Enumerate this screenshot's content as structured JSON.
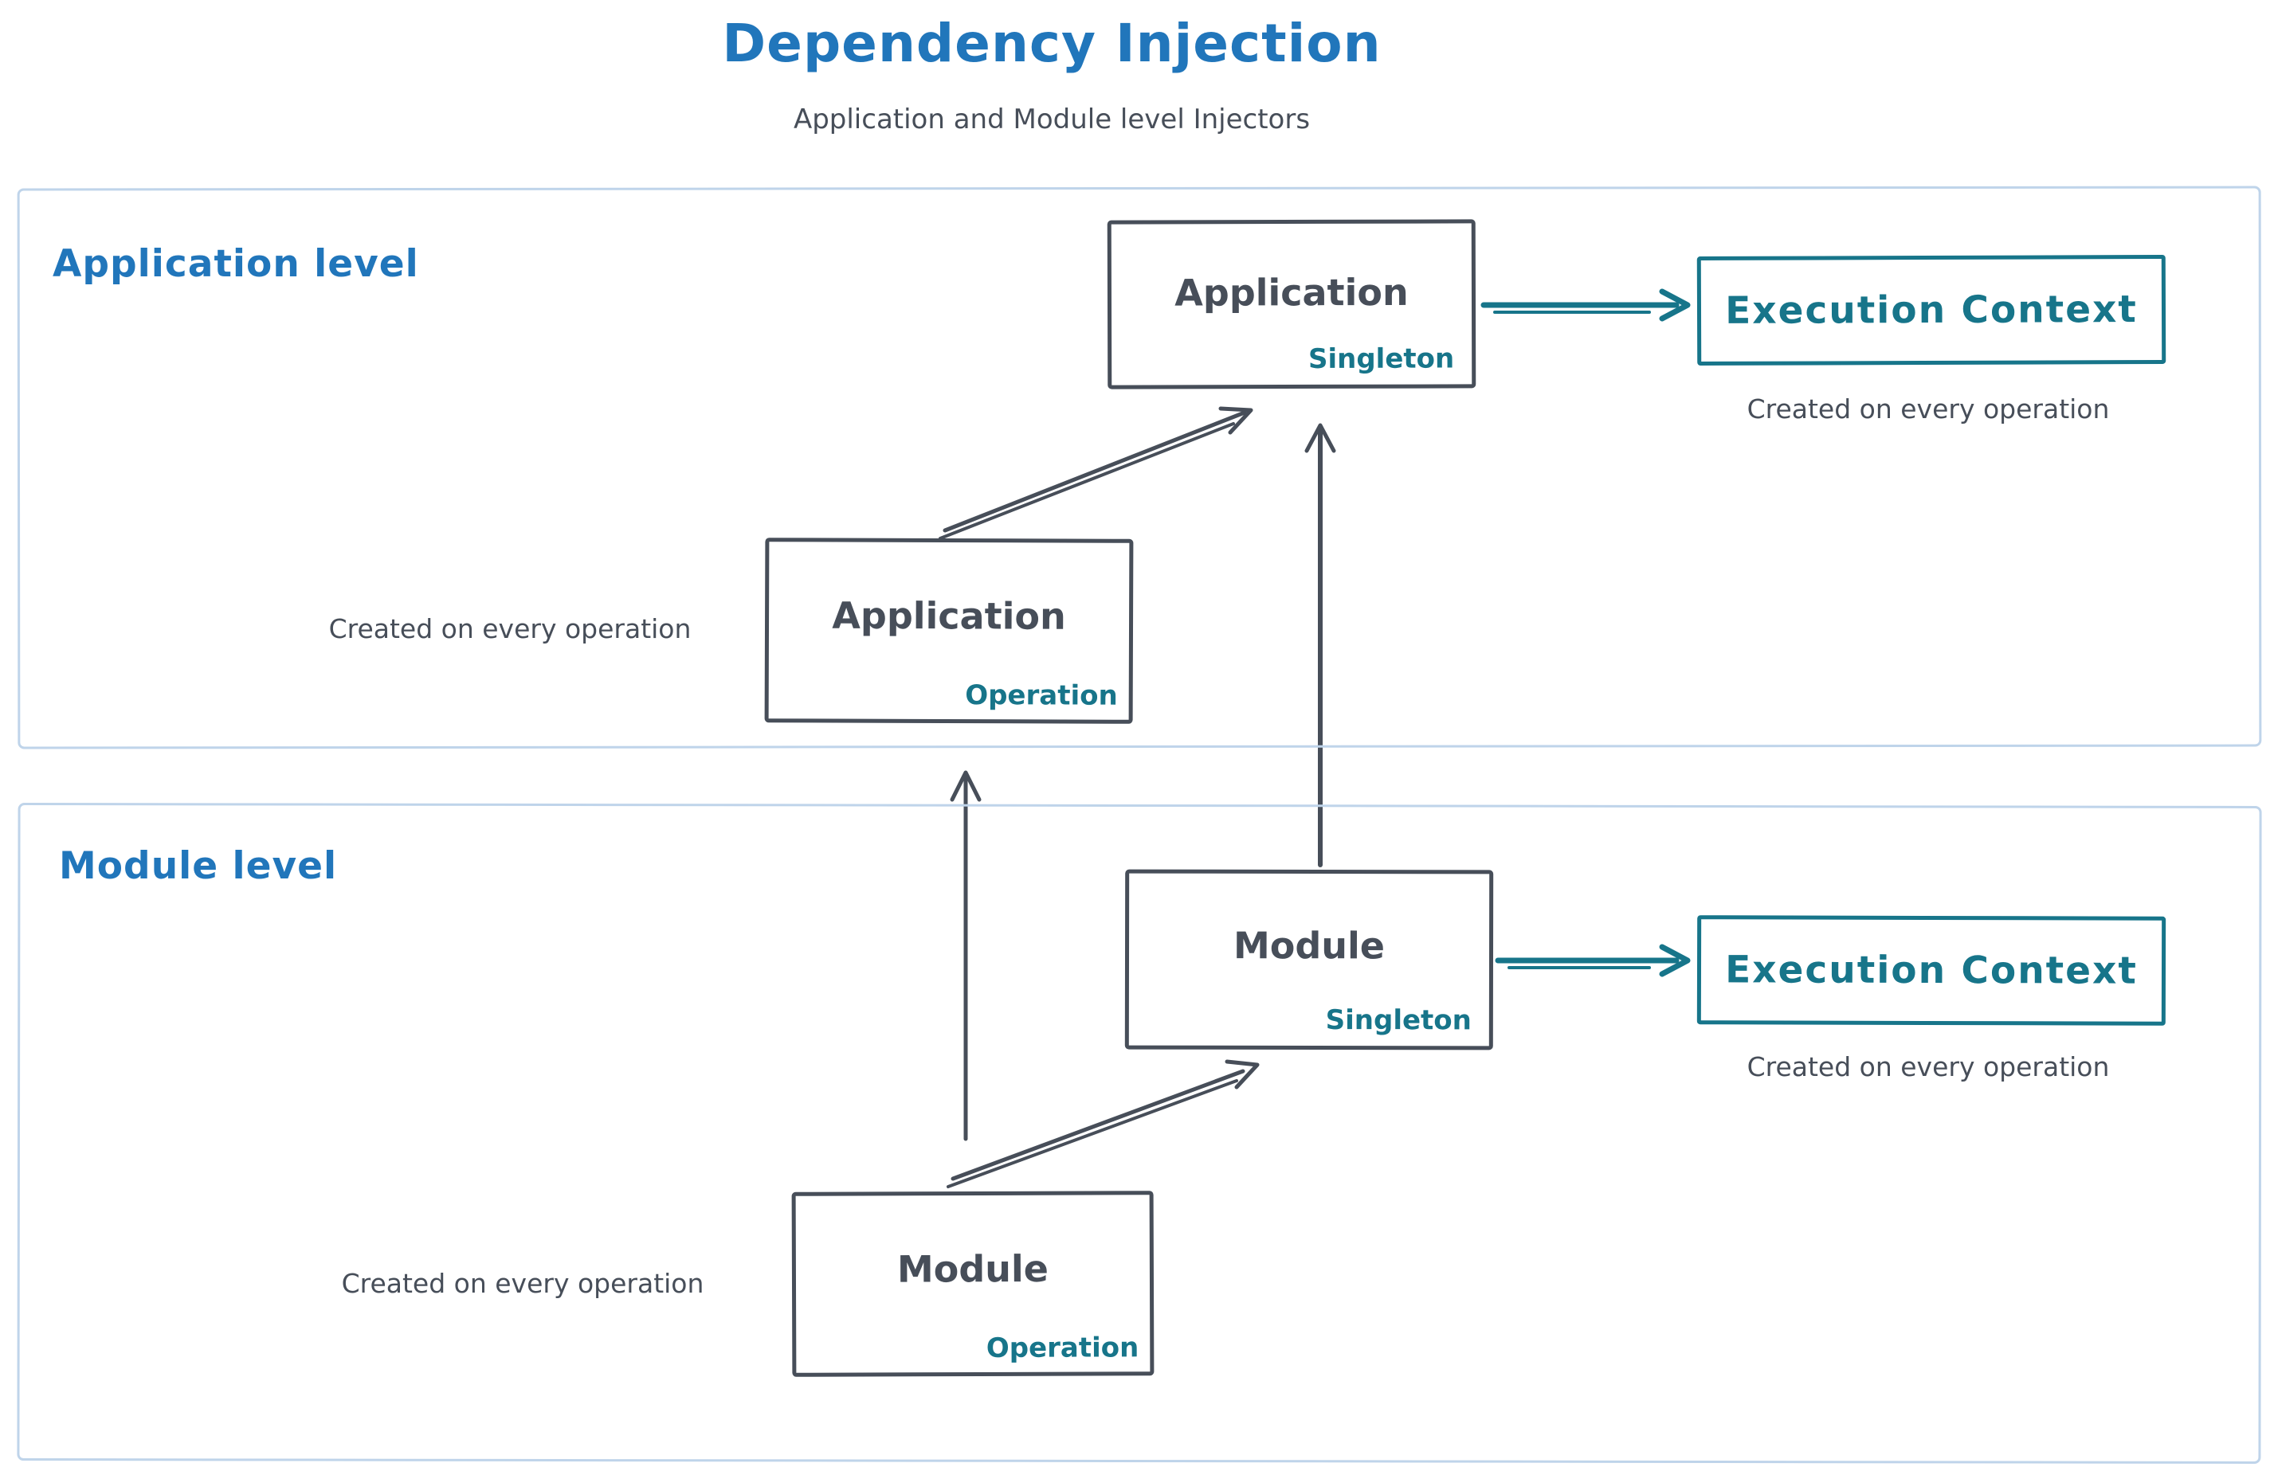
{
  "title": "Dependency Injection",
  "subtitle": "Application and Module level Injectors",
  "colors": {
    "blue": "#2176bb",
    "teal": "#17758a",
    "dark": "#474e59",
    "panel_border": "#bfd4ea",
    "background": "#ffffff"
  },
  "application_level": {
    "label": "Application level",
    "singleton_box": {
      "name": "Application",
      "scope": "Singleton"
    },
    "operation_box": {
      "name": "Application",
      "scope": "Operation"
    },
    "operation_caption": "Created on every operation",
    "execution_context": {
      "label": "Execution Context",
      "caption": "Created on every operation"
    }
  },
  "module_level": {
    "label": "Module level",
    "singleton_box": {
      "name": "Module",
      "scope": "Singleton"
    },
    "operation_box": {
      "name": "Module",
      "scope": "Operation"
    },
    "operation_caption": "Created on every operation",
    "execution_context": {
      "label": "Execution Context",
      "caption": "Created on every operation"
    }
  },
  "connectors": [
    {
      "from": "application-operation-box",
      "to": "application-singleton-box"
    },
    {
      "from": "application-singleton-box",
      "to": "application-execution-context"
    },
    {
      "from": "module-singleton-box",
      "to": "application-singleton-box"
    },
    {
      "from": "module-operation-box",
      "to": "module-singleton-box"
    },
    {
      "from": "module-operation-box",
      "to": "application-operation-box"
    },
    {
      "from": "module-singleton-box",
      "to": "module-execution-context"
    }
  ]
}
